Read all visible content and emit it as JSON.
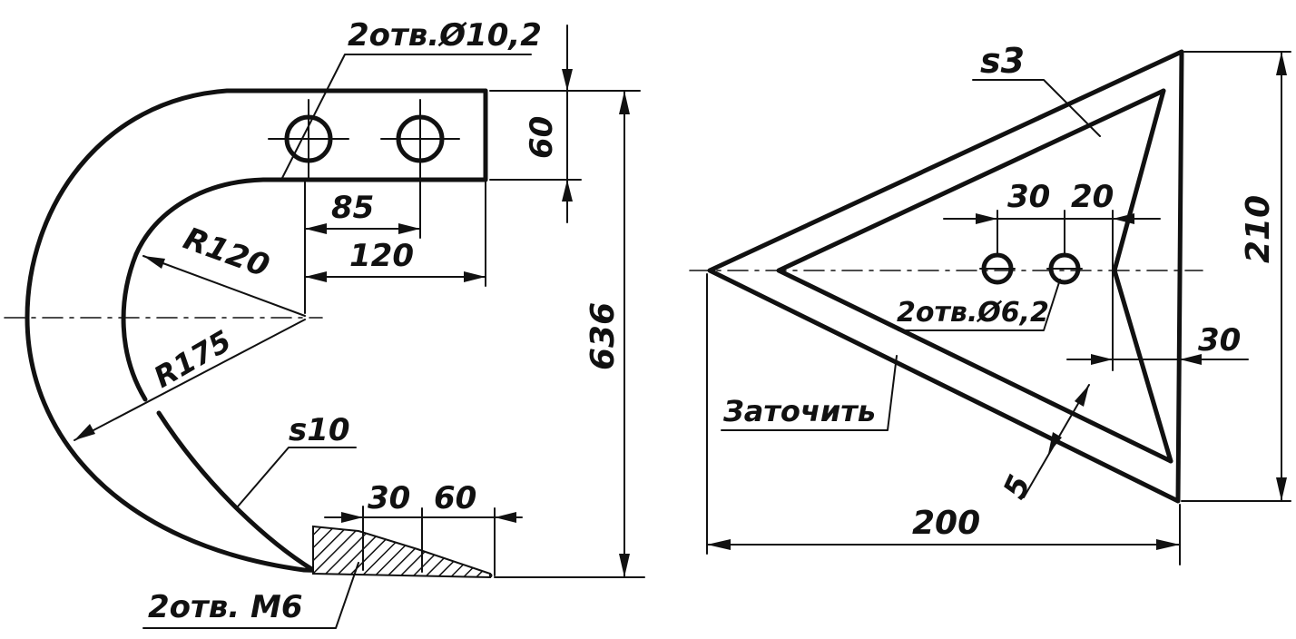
{
  "left_part": {
    "holes_top_label": "2отв.Ø10,2",
    "dim_60": "60",
    "dim_85": "85",
    "dim_120": "120",
    "radius_120": "R120",
    "radius_175": "R175",
    "height_636": "636",
    "thickness_label": "s10",
    "dim_30": "30",
    "dim_60_bottom": "60",
    "holes_bottom_label": "2отв. М6"
  },
  "right_part": {
    "thickness_label": "s3",
    "dim_30": "30",
    "dim_20": "20",
    "holes_label": "2отв.Ø6,2",
    "dim_30_right": "30",
    "sharpen_label": "Заточить",
    "dim_5": "5",
    "width_200": "200",
    "height_210": "210"
  }
}
